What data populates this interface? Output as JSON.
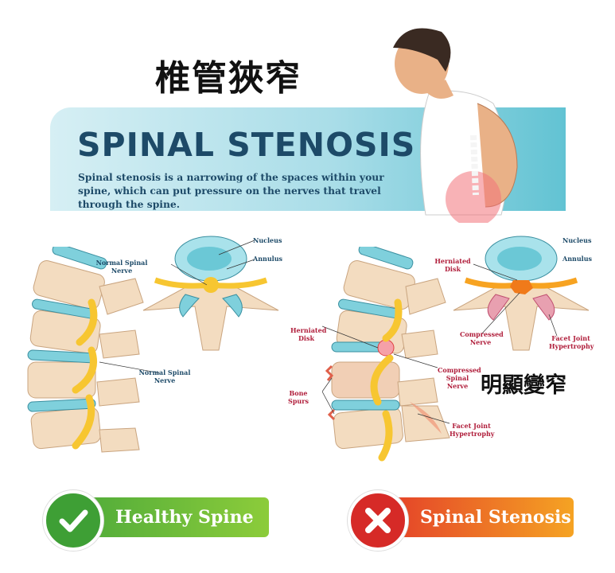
{
  "title_zh": "椎管狹窄",
  "banner": {
    "title": "SPINAL STENOSIS",
    "description": "Spinal stenosis is a narrowing of the spaces within your spine, which can put pressure on the nerves that travel through the spine."
  },
  "healthy": {
    "labels": {
      "nucleus": "Nucleus",
      "annulus": "Annulus",
      "normal_nerve_top": "Normal Spinal Nerve",
      "normal_nerve_side": "Normal Spinal Nerve"
    },
    "badge": "Healthy Spine"
  },
  "stenosis": {
    "labels": {
      "nucleus": "Nucleus",
      "annulus": "Annulus",
      "herniated_top": "Herniated Disk",
      "compressed_nerve": "Compressed Nerve",
      "facet_top": "Facet Joint Hypertrophy",
      "herniated_side": "Herniated Disk",
      "compressed_spinal": "Compressed Spinal Nerve",
      "bone_spurs": "Bone Spurs",
      "facet_side": "Facet Joint Hypertrophy"
    },
    "narrow_zh": "明顯變窄",
    "badge": "Spinal Stenosis"
  },
  "colors": {
    "navy": "#1d4a68",
    "red_label": "#b01e3b",
    "green": "#4aa83a",
    "orange": "#f5a323",
    "disc": "#7fd0dc",
    "bone": "#f3dcc0",
    "nerve": "#f7c631"
  }
}
